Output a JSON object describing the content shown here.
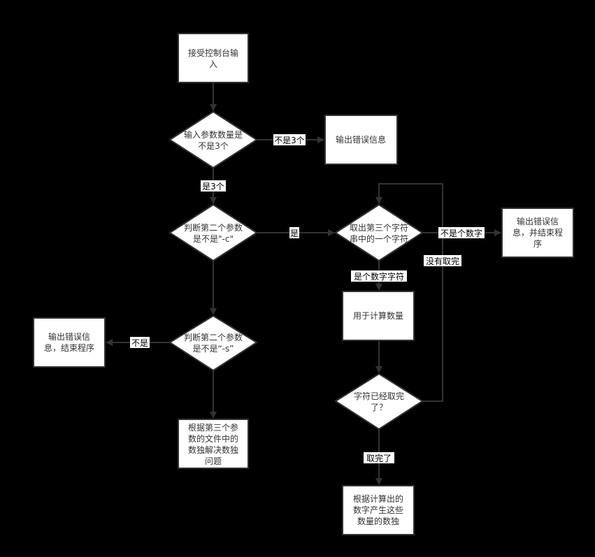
{
  "nodes": {
    "start": [
      "接受控制台输",
      "入"
    ],
    "check_count": [
      "输入参数数量是",
      "不是3个"
    ],
    "err_count": [
      "输出错误信息"
    ],
    "check_c": [
      "判断第二个参数",
      "是不是\"-c\""
    ],
    "take_char": [
      "取出第三个字符",
      "串中的一个字符"
    ],
    "err_digit": [
      "输出错误信",
      "息，并结束程",
      "序"
    ],
    "count": [
      "用于计算数量"
    ],
    "done_check": [
      "字符已经取完",
      "了？"
    ],
    "generate": [
      "根据计算出的",
      "数字产生这些",
      "数量的数独"
    ],
    "check_s": [
      "判断第二个参数",
      "是不是“-s”"
    ],
    "err_s": [
      "输出错误信",
      "息，结束程序"
    ],
    "solve": [
      "根据第三个参",
      "数的文件中的",
      "数独解决数独",
      "问题"
    ]
  },
  "edge_labels": {
    "not3": "不是3个",
    "is3": "是3个",
    "yes_c": "是",
    "not_digit": "不是个数字",
    "is_digit": "是个数字字符",
    "not_done": "没有取完",
    "done": "取完了",
    "not_s": "不是"
  },
  "colors": {
    "background": "#000000",
    "shape_fill": "#ffffff",
    "stroke": "#333333"
  }
}
